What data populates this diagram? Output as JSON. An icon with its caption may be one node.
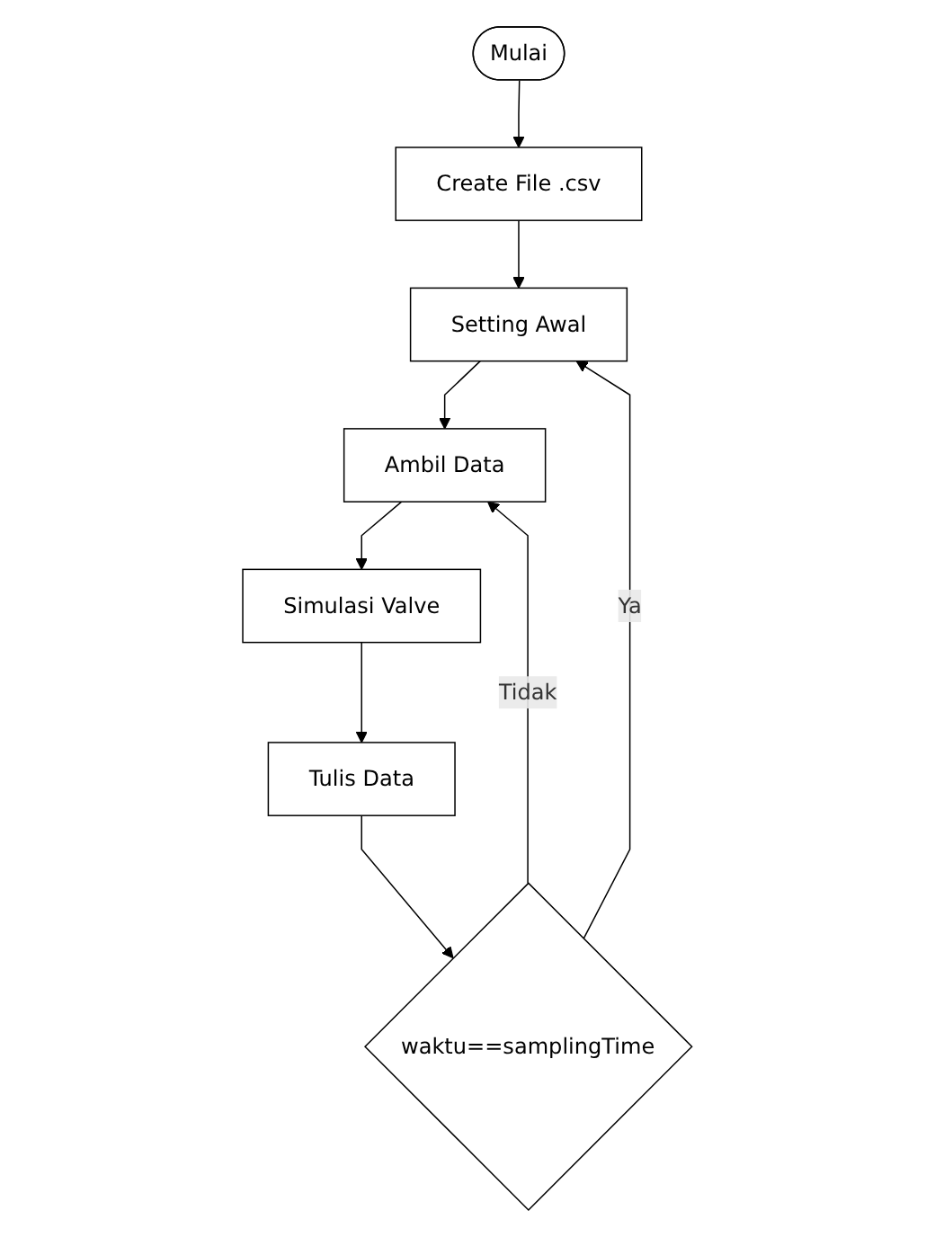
{
  "diagram": {
    "nodes": [
      {
        "text": [
          "Mulai"
        ]
      },
      {
        "text": [
          "Create File .csv"
        ]
      },
      {
        "text": [
          "Setting Awal"
        ]
      },
      {
        "text": [
          "Ambil Data"
        ]
      },
      {
        "text": [
          "Simulasi Valve"
        ]
      },
      {
        "text": [
          "Tulis Data"
        ]
      },
      {
        "text": [
          "waktu==samplingTime"
        ]
      }
    ],
    "edges": [
      {
        "from": 0,
        "to": 1,
        "arrow": "to"
      },
      {
        "from": 1,
        "to": 2,
        "arrow": "to"
      },
      {
        "from": 2,
        "to": 3,
        "arrow": "to"
      },
      {
        "from": 3,
        "to": 4,
        "arrow": "to"
      },
      {
        "from": 4,
        "to": 5,
        "arrow": "to"
      },
      {
        "from": 5,
        "to": 6,
        "arrow": "to"
      },
      {
        "from": 6,
        "to": 2,
        "arrow": "to",
        "label": "Ya"
      },
      {
        "from": 6,
        "to": 3,
        "arrow": "to",
        "label": "Tidak"
      }
    ]
  }
}
